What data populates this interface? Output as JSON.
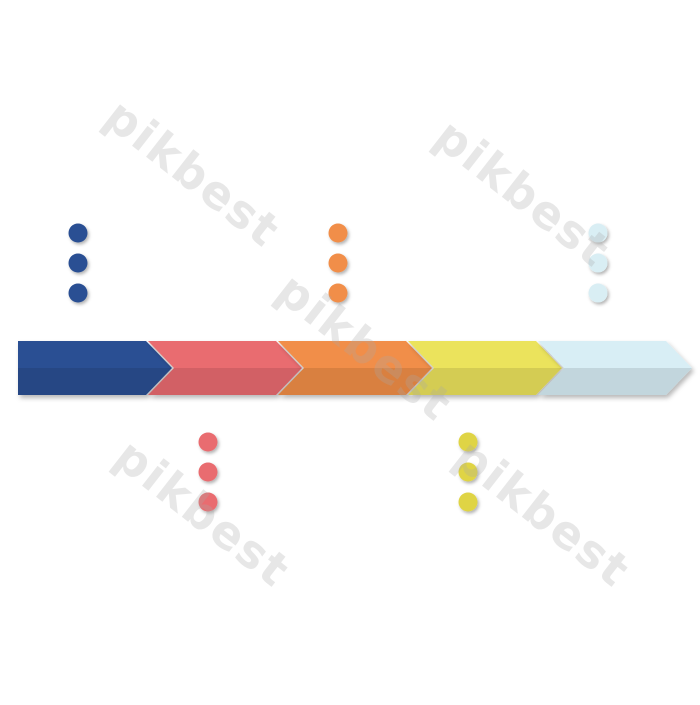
{
  "watermark": {
    "text": "pikbest"
  },
  "diagram": {
    "steps": [
      {
        "color": "#2a4f93",
        "dot_color": "#2a4f93",
        "dots": 3,
        "dot_side": "top"
      },
      {
        "color": "#e96c70",
        "dot_color": "#e96c70",
        "dots": 3,
        "dot_side": "bottom"
      },
      {
        "color": "#f18e48",
        "dot_color": "#f18e48",
        "dots": 3,
        "dot_side": "top"
      },
      {
        "color": "#ebe35c",
        "dot_color": "#dfd445",
        "dots": 3,
        "dot_side": "bottom"
      },
      {
        "color": "#d8eef5",
        "dot_color": "#d9eef4",
        "dots": 3,
        "dot_side": "top"
      }
    ]
  }
}
